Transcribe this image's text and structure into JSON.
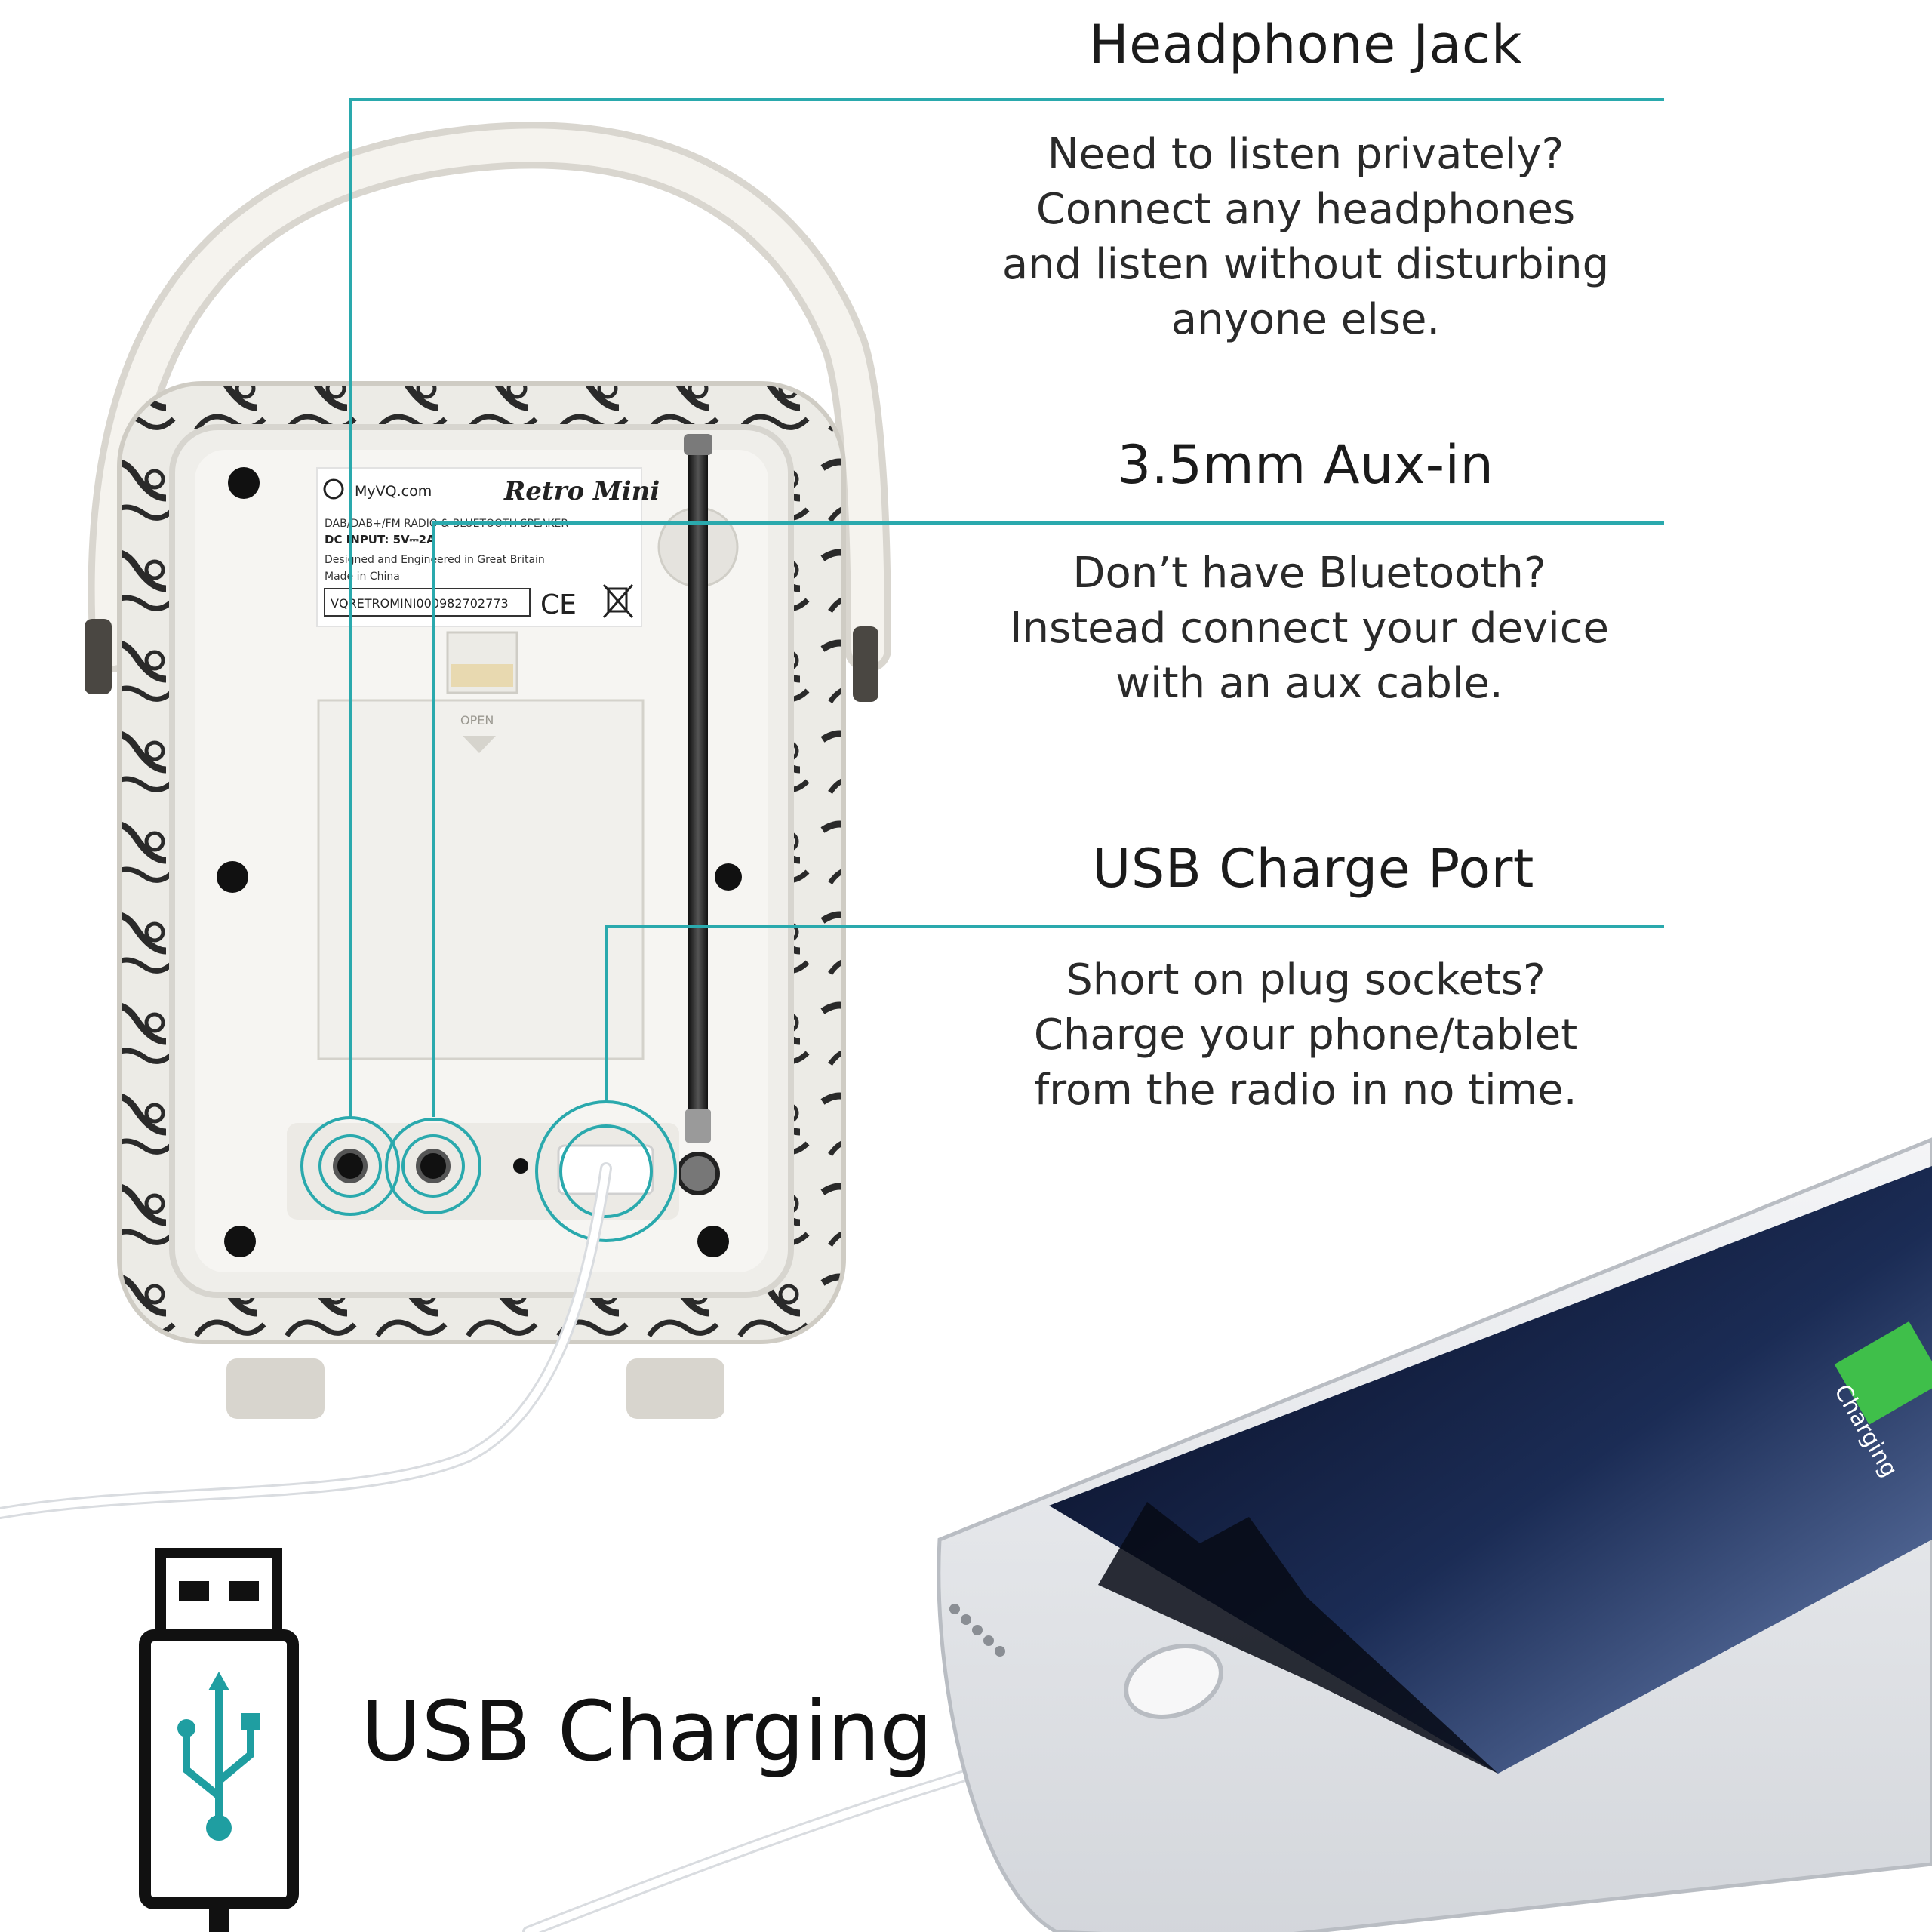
{
  "features": [
    {
      "title": "Headphone Jack",
      "lines": [
        "Need to listen privately?",
        "Connect any headphones",
        "and listen without disturbing",
        "anyone else."
      ]
    },
    {
      "title": "3.5mm Aux-in",
      "lines": [
        "Don’t have Bluetooth?",
        "Instead connect your device",
        "with an aux cable."
      ]
    },
    {
      "title": "USB Charge Port",
      "lines": [
        "Short on plug sockets?",
        "Charge your phone/tablet",
        "from the radio in no time."
      ]
    }
  ],
  "footer": {
    "label": "USB Charging",
    "icon": "usb-plug-icon"
  },
  "radio_label": {
    "brand": "MyVQ.com",
    "model": "Retro Mini",
    "line1": "DAB/DAB+/FM RADIO & BLUETOOTH SPEAKER",
    "line2": "DC INPUT: 5V⎓2A",
    "line3": "Designed and Engineered in Great Britain",
    "line4": "Made in China",
    "serial": "VQRETROMINI000982702773",
    "ce": "CE",
    "open": "OPEN"
  },
  "phone": {
    "status": "Charging"
  },
  "colors": {
    "accent": "#2aa9ad",
    "usb_symbol": "#1f9ea1",
    "battery": "#3fbf4a"
  }
}
